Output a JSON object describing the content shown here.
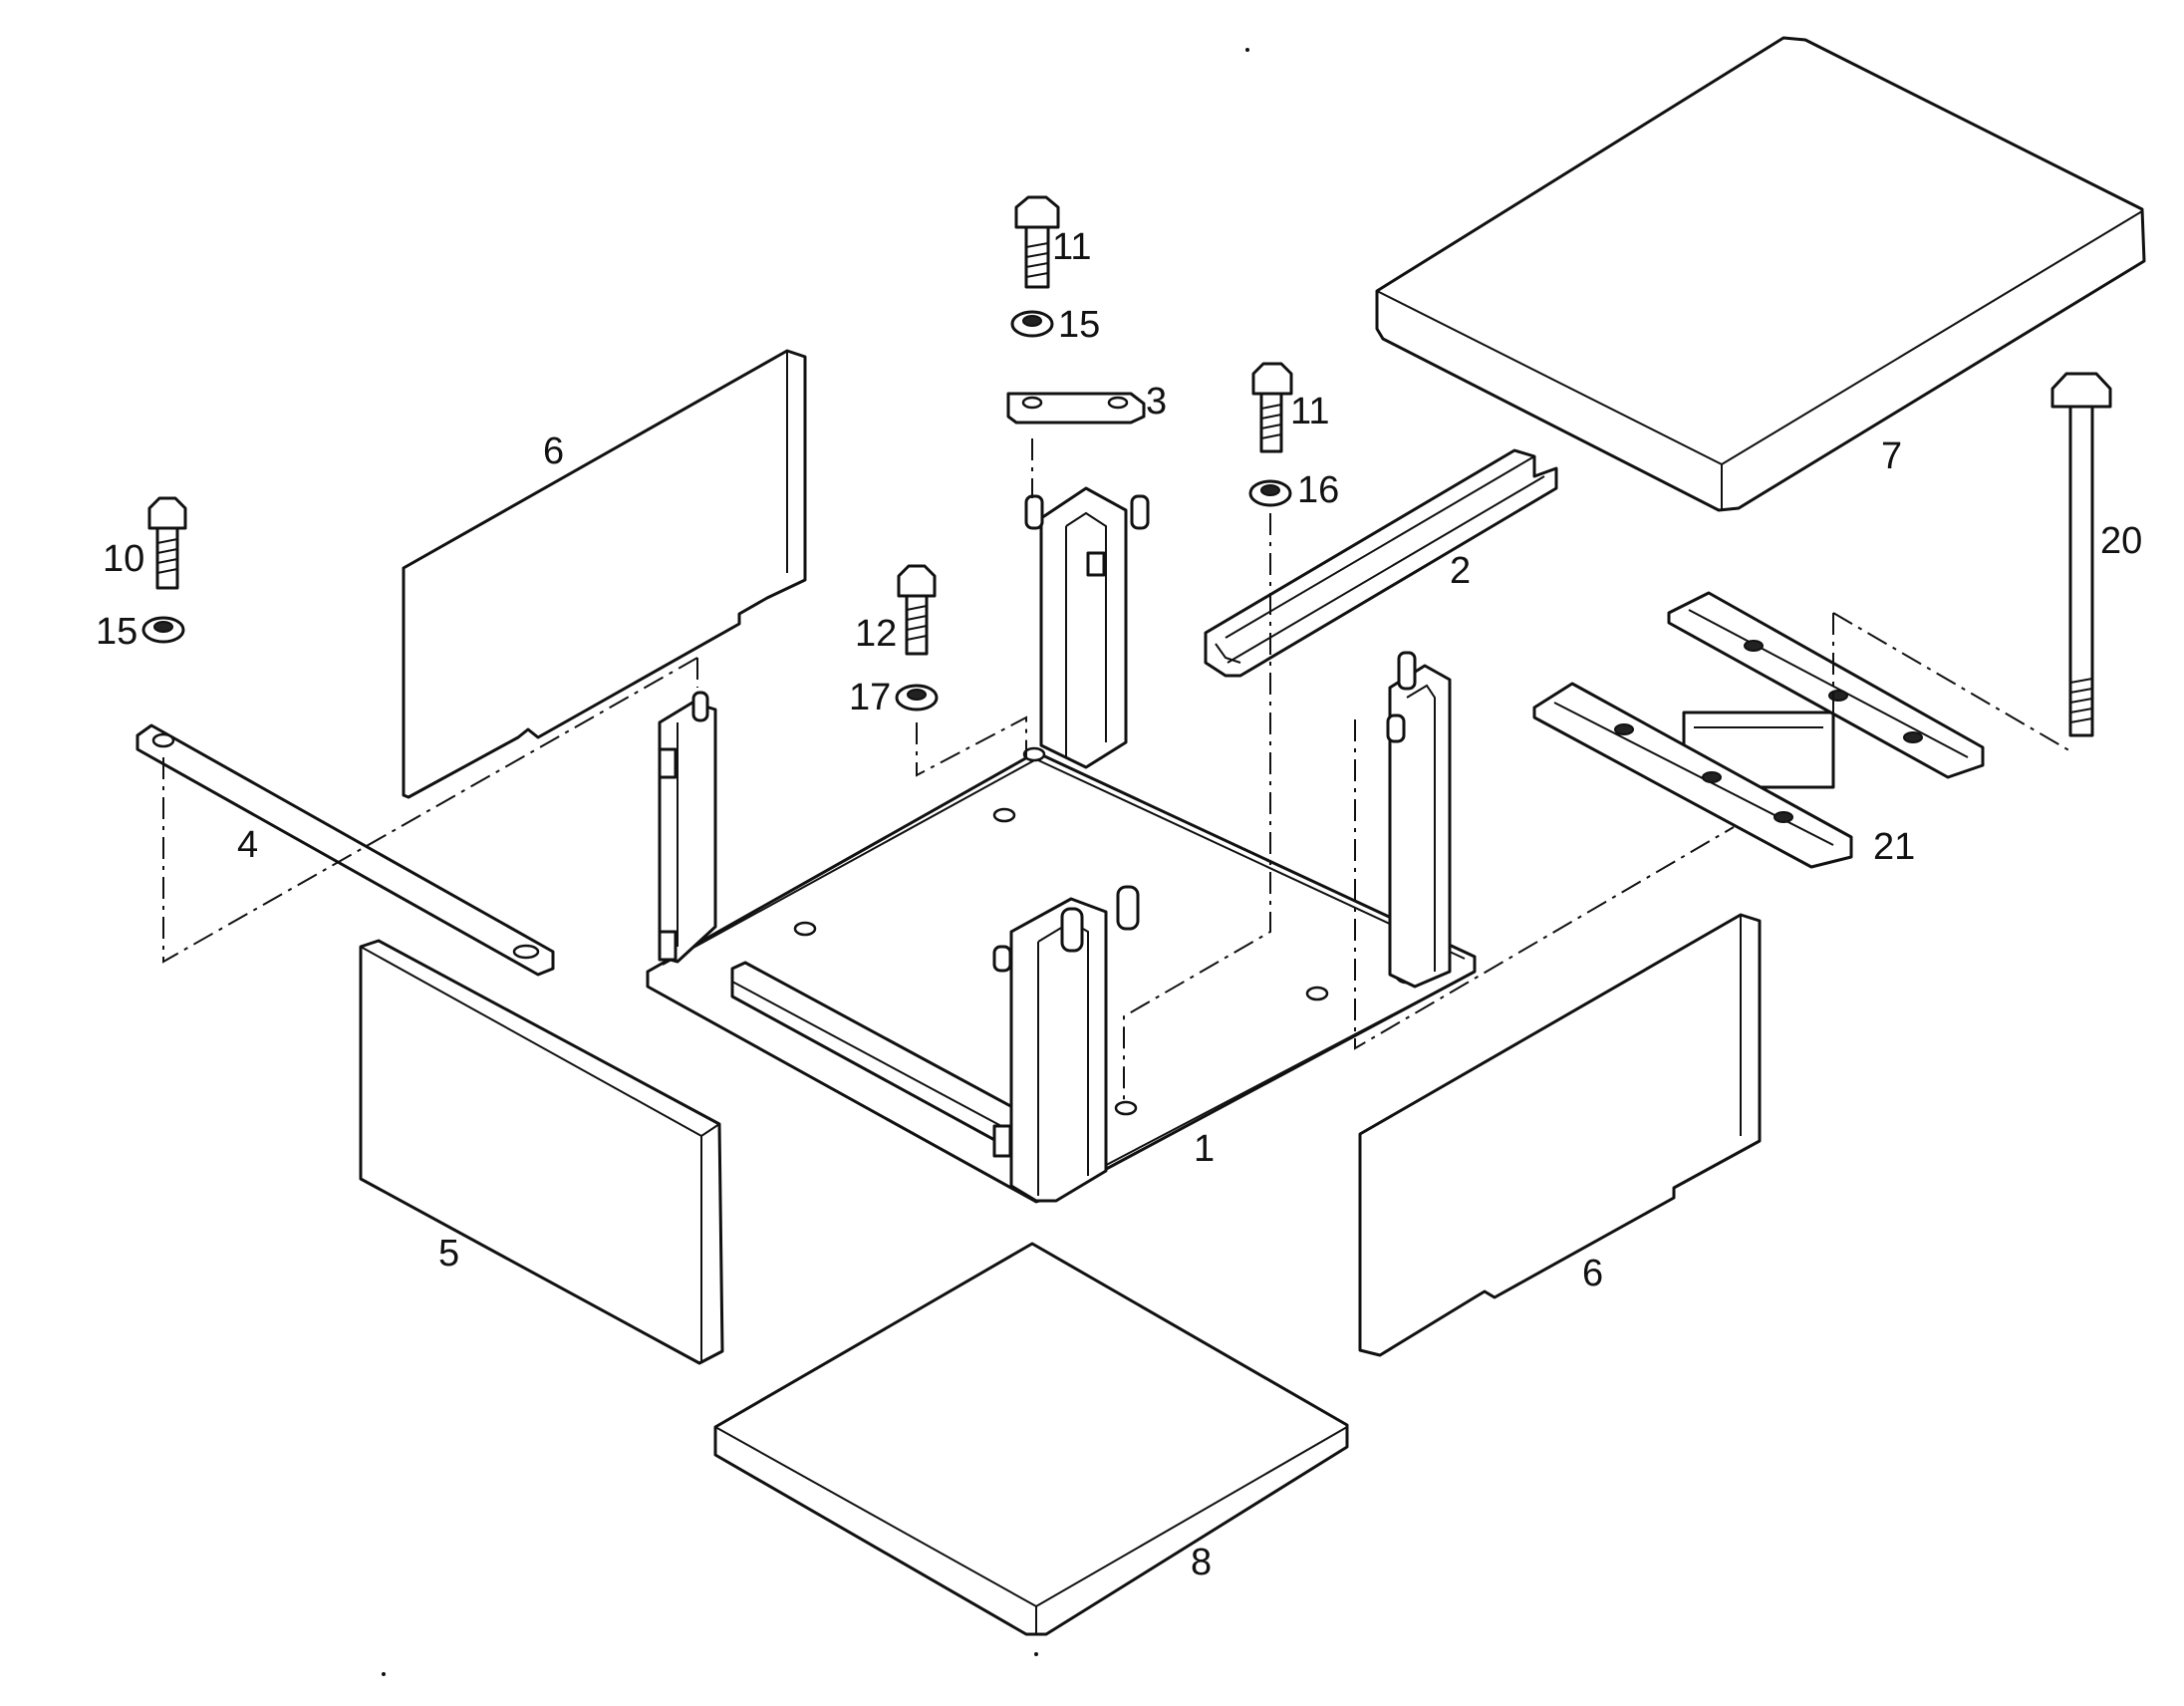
{
  "callouts": {
    "c1": "1",
    "c2": "2",
    "c3": "3",
    "c4": "4",
    "c5": "5",
    "c6a": "6",
    "c6b": "6",
    "c7": "7",
    "c8": "8",
    "c10": "10",
    "c11a": "11",
    "c11b": "11",
    "c12": "12",
    "c15a": "15",
    "c15b": "15",
    "c16": "16",
    "c17": "17",
    "c20": "20",
    "c21": "21"
  }
}
